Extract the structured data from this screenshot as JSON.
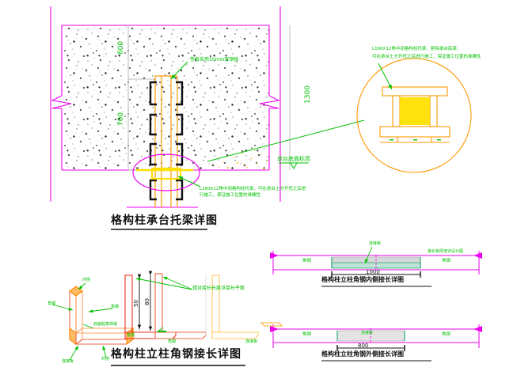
{
  "drawing": {
    "type": "cad-detail-sheet",
    "discipline": "structural-steel-lattice-column"
  },
  "colors": {
    "concrete_outline": "#e040e0",
    "magenta": "#ee00ee",
    "green_text": "#00c000",
    "orange": "#ff9900",
    "yellow": "#ffe000",
    "black_steel": "#111111",
    "gray_dim": "#a0a0a0",
    "salmon": "#ff8866",
    "red": "#ee2222",
    "title_black": "#101010",
    "background": "#ffffff"
  },
  "main_detail": {
    "title": "格构柱承台托梁详图",
    "dimensions": {
      "upper_left": "600",
      "lower_left": "700",
      "right_total": "1300"
    },
    "elevation_label": "承台底面标高",
    "callout_plate": "垫板采用10mm厚钢板",
    "callout_angle": "L160X12角中间格构柱托梁，可在承台土方开挖之后进行施工，保证施工位置的准确性"
  },
  "enlarged_detail": {
    "callout_line1": "L160X12角中间格构柱托梁，割除承台底梁、",
    "callout_line2": "可在承台土方开挖之后进行施工，保证施工位置的准确性"
  },
  "splice_detail": {
    "title": "格构柱立柱角钢接长详图",
    "callout": "错对接长长度详接长平面",
    "label_weld": "双面贴角焊缝",
    "label_angle_a": "角钢",
    "label_angle_b": "角钢",
    "label_plate": "连接板",
    "label_inner": "内侧",
    "label_outer": "外侧",
    "dim_h1": "50",
    "dim_h2": "80"
  },
  "inner_splice": {
    "title": "格构柱立柱角钢内侧接长详图",
    "dim_center": "1000",
    "dim_left": "角钢",
    "dim_right": "角钢",
    "note": "接长板厚度详设计图",
    "label_plate": "连接板"
  },
  "outer_splice": {
    "title": "格构柱立柱角钢外侧接长详图",
    "dim_center": "800",
    "dim_left": "角钢",
    "dim_right": "角钢",
    "label_plate": "连接板"
  }
}
